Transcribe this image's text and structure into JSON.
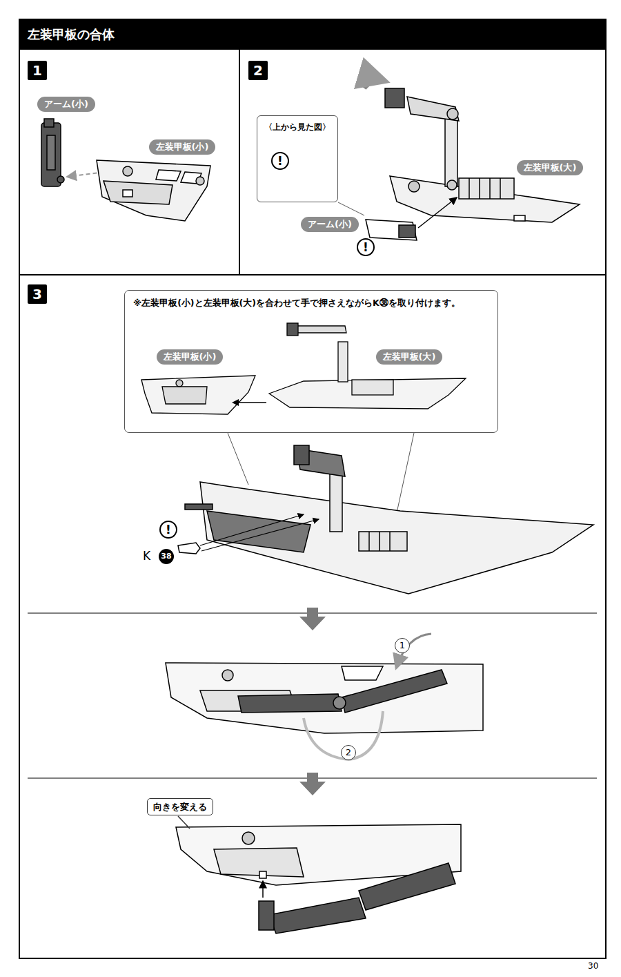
{
  "diagram": {
    "title": "左装甲板の合体",
    "nodes": [
      {
        "text": [
          "左装甲板の合体"
        ]
      },
      {
        "text": [
          "1"
        ]
      },
      {
        "text": [
          "アーム(小)"
        ]
      },
      {
        "text": [
          "左装甲板(小)"
        ]
      },
      {
        "text": [
          "2"
        ]
      },
      {
        "text": [
          "〈上から見た図〉"
        ]
      },
      {
        "text": [
          "!"
        ],
        "in": 5
      },
      {
        "text": [
          "左装甲板(大)"
        ]
      },
      {
        "text": [
          "アーム(小)"
        ]
      },
      {
        "text": [
          "!"
        ]
      },
      {
        "text": [
          "3"
        ]
      },
      {
        "text": [
          "※左装甲板(小)と左装甲板(大)を合わせて手で押さえながらK㊳を取り付けます。"
        ]
      },
      {
        "text": [
          "左装甲板(小)"
        ],
        "in": 11
      },
      {
        "text": [
          "左装甲板(大)"
        ],
        "in": 11
      },
      {
        "text": [
          "!"
        ]
      },
      {
        "text": [
          "38"
        ]
      },
      {
        "text": [
          "1"
        ]
      },
      {
        "text": [
          "2"
        ]
      },
      {
        "text": [
          "向きを変える"
        ]
      }
    ],
    "labels": [
      "K",
      "30"
    ]
  }
}
